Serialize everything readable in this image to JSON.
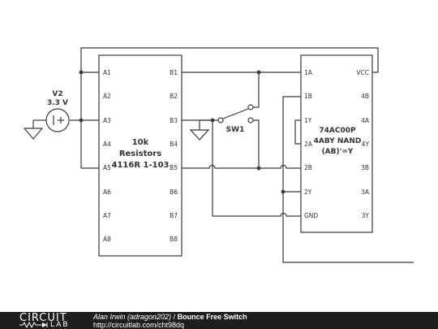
{
  "schematic": {
    "resistor_array": {
      "label_line1": "10k",
      "label_line2": "Resistors",
      "label_line3": "4116R 1-103",
      "left_pins": [
        "A1",
        "A2",
        "A3",
        "A4",
        "A5",
        "A6",
        "A7",
        "A8"
      ],
      "right_pins": [
        "B1",
        "B2",
        "B3",
        "B4",
        "B5",
        "B6",
        "B7",
        "B8"
      ]
    },
    "nand_chip": {
      "label_line1": "74AC00P",
      "label_line2": "4ABY NAND",
      "label_line3": "(AB)'=Y",
      "left_pins": [
        "1A",
        "1B",
        "1Y",
        "2A",
        "2B",
        "2Y",
        "GND"
      ],
      "right_pins": [
        "VCC",
        "4B",
        "4A",
        "4Y",
        "3B",
        "3A",
        "3Y"
      ]
    },
    "voltage_source": {
      "name": "V2",
      "value": "3.3 V"
    },
    "switch": {
      "name": "SW1"
    }
  },
  "footer": {
    "logo_top": "CIRCUIT",
    "logo_bottom": "LAB",
    "author": "Alan Irwin (adragon202)",
    "separator": " / ",
    "title": "Bounce Free Switch",
    "url": "http://circuitlab.com/cht98dq"
  }
}
